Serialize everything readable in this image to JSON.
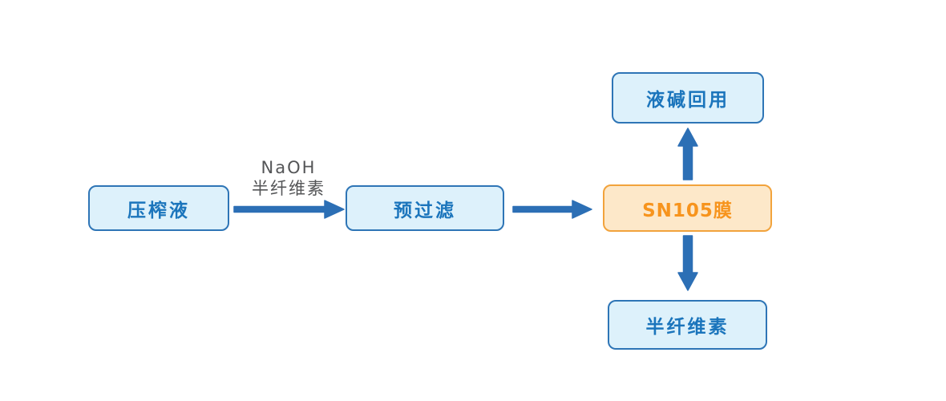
{
  "diagram": {
    "type": "flowchart",
    "title": "",
    "nodes": [
      {
        "id": "pressed-liquid",
        "label": "压榨液",
        "style": "blue"
      },
      {
        "id": "prefilter",
        "label": "预过滤",
        "style": "blue"
      },
      {
        "id": "sn105-membrane",
        "label": "SN105膜",
        "style": "orange"
      },
      {
        "id": "caustic-reuse",
        "label": "液碱回用",
        "style": "blue"
      },
      {
        "id": "hemicellulose",
        "label": "半纤维素",
        "style": "blue"
      }
    ],
    "edges": [
      {
        "from": "压榨液",
        "to": "预过滤",
        "direction": "right",
        "labels": [
          "NaOH",
          "半纤维素"
        ]
      },
      {
        "from": "预过滤",
        "to": "SN105膜",
        "direction": "right",
        "labels": []
      },
      {
        "from": "SN105膜",
        "to": "液碱回用",
        "direction": "up",
        "labels": []
      },
      {
        "from": "SN105膜",
        "to": "半纤维素",
        "direction": "down",
        "labels": []
      }
    ]
  },
  "colors": {
    "bg-color": "#ffffff",
    "node-blue-fill": "#ddf1fb",
    "node-blue-border": "#2e75b6",
    "node-blue-text": "#1b75bc",
    "node-orange-fill": "#fde8c9",
    "node-orange-border": "#f2a33c",
    "node-orange-text": "#f7941d",
    "arrow-color": "#2c6fb5",
    "edge-label-color": "#545557"
  }
}
